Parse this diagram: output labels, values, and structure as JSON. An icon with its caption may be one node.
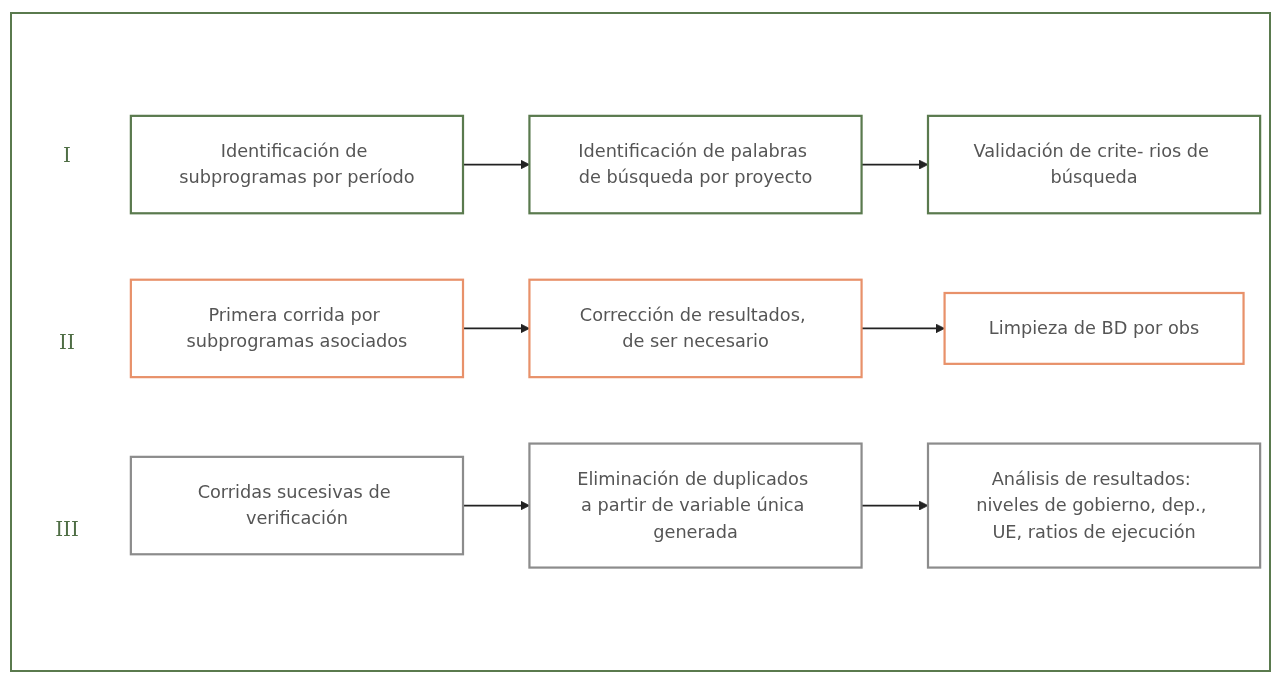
{
  "diagram": {
    "nodes": [
      {
        "text": [
          "Identificación de subprogramas por período"
        ]
      },
      {
        "text": [
          "Identificación de palabras de búsqueda por proyecto"
        ]
      },
      {
        "text": [
          "Validación de crite- rios de búsqueda"
        ]
      },
      {
        "text": [
          "Primera corrida por subprogramas asociados"
        ]
      },
      {
        "text": [
          "Corrección de resultados, de ser necesario"
        ]
      },
      {
        "text": [
          "Limpieza de BD por obs"
        ]
      },
      {
        "text": [
          "Corridas sucesivas de verificación"
        ]
      },
      {
        "text": [
          "Eliminación de duplicados a partir de variable única generada"
        ]
      },
      {
        "text": [
          "Análisis de resultados: niveles de gobierno, dep., UE, ratios de ejecución"
        ]
      }
    ],
    "edges": [
      {
        "from": 0,
        "to": 1,
        "arrow": "to"
      },
      {
        "from": 1,
        "to": 2,
        "arrow": "to"
      },
      {
        "from": 3,
        "to": 4,
        "arrow": "to"
      },
      {
        "from": 4,
        "to": 5,
        "arrow": "to"
      },
      {
        "from": 6,
        "to": 7,
        "arrow": "to"
      },
      {
        "from": 7,
        "to": 8,
        "arrow": "to"
      }
    ],
    "labels": [
      "I",
      "II",
      "III"
    ]
  }
}
